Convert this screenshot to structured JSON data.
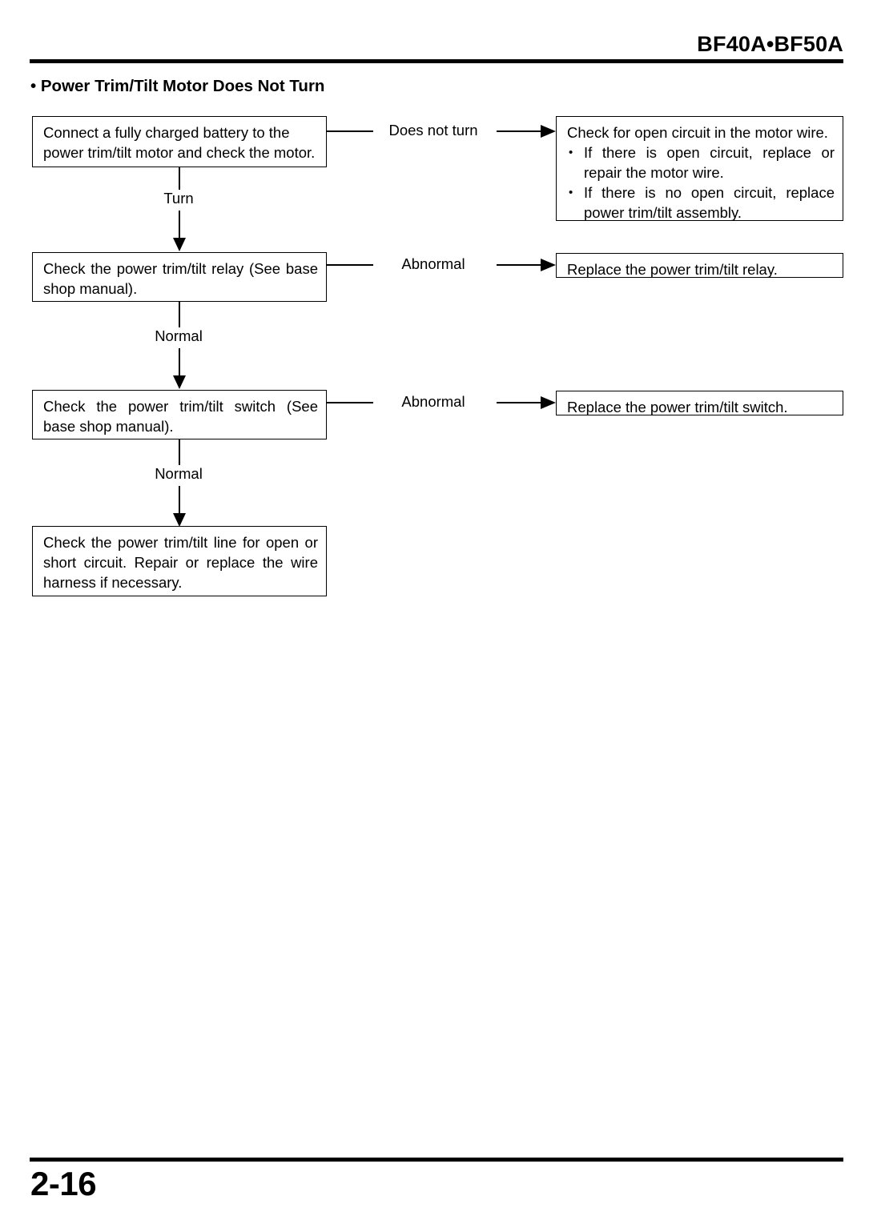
{
  "header": {
    "title": "BF40A•BF50A"
  },
  "section": {
    "heading": "• Power Trim/Tilt Motor Does Not Turn"
  },
  "flowchart": {
    "boxes": {
      "check_motor": {
        "line1": "Connect a fully charged battery to the",
        "line2": "power trim/tilt motor and check the motor."
      },
      "open_circuit": {
        "title": "Check for open circuit in the motor wire.",
        "bullet1": "If there is open circuit, replace or repair the motor wire.",
        "bullet2": "If there is no open circuit, replace power trim/tilt assembly.",
        "bullet_glyph": "•"
      },
      "check_relay": {
        "text": "Check the power trim/tilt relay (See base shop manual)."
      },
      "replace_relay": {
        "text": "Replace the power trim/tilt relay."
      },
      "check_switch": {
        "text": "Check the power trim/tilt switch (See base shop manual)."
      },
      "replace_switch": {
        "text": "Replace the power trim/tilt switch."
      },
      "check_line": {
        "text": "Check the power trim/tilt line for open or short circuit. Repair or replace the wire harness if necessary."
      }
    },
    "labels": {
      "does_not_turn": "Does not turn",
      "turn": "Turn",
      "abnormal_relay": "Abnormal",
      "normal_relay": "Normal",
      "abnormal_switch": "Abnormal",
      "normal_switch": "Normal"
    }
  },
  "footer": {
    "page_number": "2-16"
  },
  "colors": {
    "ink": "#000000",
    "paper": "#ffffff"
  }
}
